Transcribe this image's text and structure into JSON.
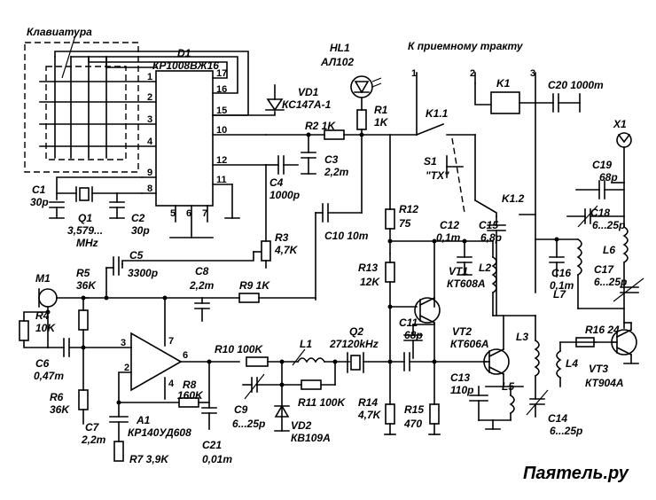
{
  "labels": {
    "keyboard": "Клавиатура",
    "d1_ref": "D1",
    "d1_part": "КР1008ВЖ16",
    "hl1_ref": "HL1",
    "hl1_part": "АЛ102",
    "vd1_ref": "VD1",
    "vd1_part": "КС147А-1",
    "rx_path": "К приемному тракту",
    "k1": "K1",
    "k1_1": "K1.1",
    "k1_2": "K1.2",
    "c20": "C20 1000m",
    "x1": "X1",
    "r1_ref": "R1",
    "r1_val": "1K",
    "r2": "R2 1K",
    "c3_ref": "C3",
    "c3_val": "2,2m",
    "c4_ref": "C4",
    "c4_val": "1000p",
    "r3_ref": "R3",
    "r3_val": "4,7K",
    "c1_ref": "C1",
    "c1_val": "30p",
    "q1_ref": "Q1",
    "q1_val": "3,579...",
    "q1_unit": "MHz",
    "c2_ref": "C2",
    "c2_val": "30p",
    "s1_ref": "S1",
    "s1_label": "\"TX\"",
    "c19_ref": "C19",
    "c19_val": "68p",
    "c18_ref": "C18",
    "c18_val": "6...25p",
    "l6": "L6",
    "c17_ref": "C17",
    "c17_val": "6...25p",
    "l7": "L7",
    "c16_ref": "C16",
    "c16_val": "0,1m",
    "c15_ref": "C15",
    "c15_val": "6,8p",
    "r12_ref": "R12",
    "r12_val": "75",
    "c12_ref": "C12",
    "c12_val": "0,1m",
    "c10": "C10 10m",
    "c5_ref": "C5",
    "c5_val": "3300p",
    "m1": "M1",
    "r5_ref": "R5",
    "r5_val": "36K",
    "r4_ref": "R4",
    "r4_val": "10K",
    "c8_ref": "C8",
    "c8_val": "2,2m",
    "r9": "R9 1K",
    "r13_ref": "R13",
    "r13_val": "12K",
    "vt1_ref": "VT1",
    "vt1_part": "КТ608А",
    "l2": "L2",
    "c6_ref": "C6",
    "c6_val": "0,47m",
    "r6_ref": "R6",
    "r6_val": "36K",
    "r10": "R10 100K",
    "l1": "L1",
    "q2_ref": "Q2",
    "q2_val": "27120kHz",
    "c11_ref": "C11",
    "c11_val": "68p",
    "vt2_ref": "VT2",
    "vt2_part": "КТ606А",
    "l3": "L3",
    "r16": "R16 24",
    "l4": "L4",
    "vt3_ref": "VT3",
    "vt3_part": "КТ904А",
    "r8_ref": "R8",
    "r8_val": "160K",
    "r11": "R11 100K",
    "c13_ref": "C13",
    "c13_val": "110p",
    "l5": "L5",
    "c7_ref": "C7",
    "c7_val": "2,2m",
    "a1_ref": "A1",
    "a1_part": "КР140УД608",
    "c9_ref": "C9",
    "c9_val": "6...25p",
    "vd2_ref": "VD2",
    "vd2_part": "КВ109А",
    "r14_ref": "R14",
    "r14_val": "4,7K",
    "r15_ref": "R15",
    "r15_val": "470",
    "c14_ref": "C14",
    "c14_val": "6...25p",
    "r7": "R7 3,9K",
    "c21_ref": "C21",
    "c21_val": "0,01m",
    "watermark": "Паятель.ру"
  },
  "pins": {
    "d1_1": "1",
    "d1_2": "2",
    "d1_3": "3",
    "d1_4": "4",
    "d1_5": "5",
    "d1_6": "6",
    "d1_7": "7",
    "d1_8": "8",
    "d1_9": "9",
    "d1_10": "10",
    "d1_11": "11",
    "d1_12": "12",
    "d1_15": "15",
    "d1_16": "16",
    "d1_17": "17",
    "t1": "1",
    "t2": "2",
    "t3": "3",
    "a1_2": "2",
    "a1_3": "3",
    "a1_4": "4",
    "a1_6": "6",
    "a1_7": "7"
  }
}
